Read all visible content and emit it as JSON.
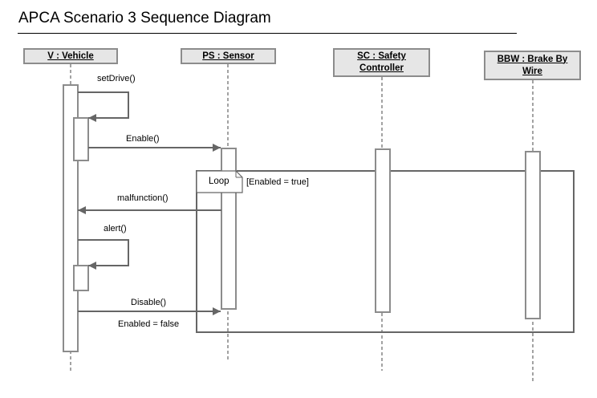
{
  "title": "APCA Scenario 3 Sequence Diagram",
  "lifelines": [
    {
      "id": "vehicle",
      "label": "V : Vehicle"
    },
    {
      "id": "sensor",
      "label": "PS : Sensor"
    },
    {
      "id": "safety",
      "label": "SC : Safety Controller"
    },
    {
      "id": "bbw",
      "label": "BBW : Brake By Wire"
    }
  ],
  "messages": {
    "setdrive": "setDrive()",
    "enable": "Enable()",
    "malfunction": "malfunction()",
    "alert": "alert()",
    "disable": "Disable()",
    "enabled_false": "Enabled = false"
  },
  "fragment": {
    "operator": "Loop",
    "guard": "[Enabled = true]"
  },
  "colors": {
    "head_fill": "#e6e6e6",
    "head_border": "#8c8c8c",
    "line": "#666666"
  }
}
